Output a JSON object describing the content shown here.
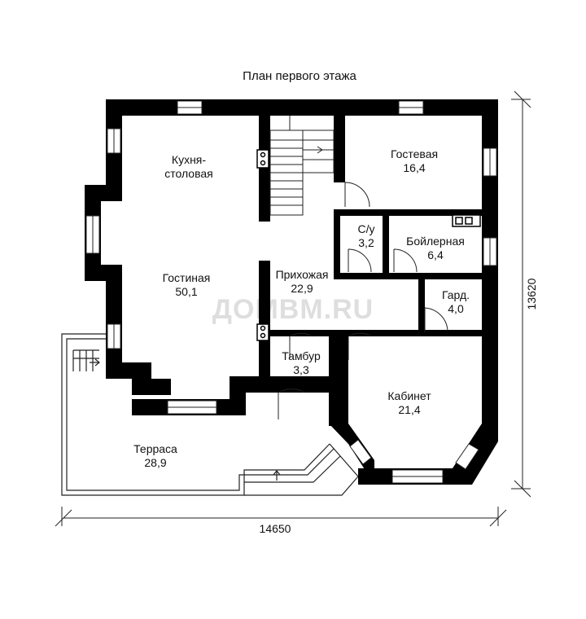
{
  "title": "План первого этажа",
  "watermark": "ДОМВМ.RU",
  "dimensions": {
    "width": "14650",
    "height": "13620"
  },
  "rooms": [
    {
      "name": "Кухня-",
      "name2": "столовая",
      "area": ""
    },
    {
      "name": "Гостевая",
      "area": "16,4"
    },
    {
      "name": "С/у",
      "area": "3,2"
    },
    {
      "name": "Бойлерная",
      "area": "6,4"
    },
    {
      "name": "Гостиная",
      "area": "50,1"
    },
    {
      "name": "Прихожая",
      "area": "22,9"
    },
    {
      "name": "Гард.",
      "area": "4,0"
    },
    {
      "name": "Тамбур",
      "area": "3,3"
    },
    {
      "name": "Кабинет",
      "area": "21,4"
    },
    {
      "name": "Терраса",
      "area": "28,9"
    }
  ],
  "colors": {
    "wall": "#000000",
    "line": "#222222",
    "background": "#ffffff"
  }
}
